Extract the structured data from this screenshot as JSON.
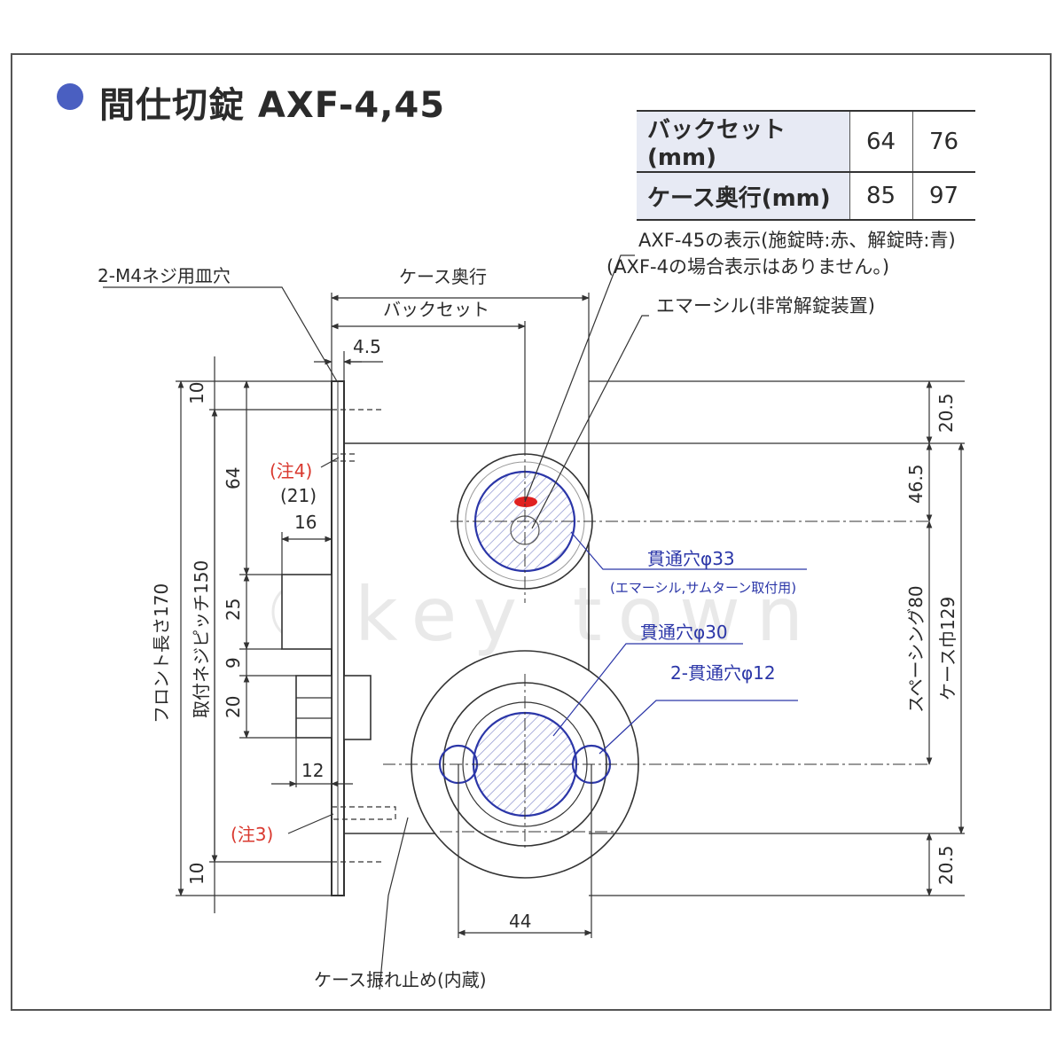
{
  "title": "間仕切錠 AXF-4,45",
  "spec_table": {
    "rows": [
      {
        "label": "バックセット(mm)",
        "v1": "64",
        "v2": "76"
      },
      {
        "label": "ケース奥行(mm)",
        "v1": "85",
        "v2": "97"
      }
    ]
  },
  "annotations": {
    "axf45_display": "AXF-45の表示(施錠時:赤、解錠時:青)",
    "axf4_note": "(AXF-4の場合表示はありません。)",
    "emergency": "エマーシル(非常解錠装置)",
    "screw_holes": "2-M4ネジ用皿穴",
    "case_depth": "ケース奥行",
    "backset": "バックセット",
    "note4": "(注4)",
    "note4_value": "(21)",
    "note3": "(注3)",
    "hole33": "貫通穴φ33",
    "hole33_sub": "(エマーシル,サムターン取付用)",
    "hole30": "貫通穴φ30",
    "hole12": "2-貫通穴φ12",
    "case_stop": "ケース振れ止め(内蔵)",
    "front_length": "フロント長さ170",
    "mount_pitch": "取付ネジピッチ150",
    "spacing": "スペーシング80",
    "case_width": "ケース巾129",
    "watermark": "key town"
  },
  "dimensions": {
    "d4_5": "4.5",
    "d10_top": "10",
    "d64": "64",
    "d16": "16",
    "d25": "25",
    "d9": "9",
    "d20": "20",
    "d12": "12",
    "d10_bottom": "10",
    "d20_5_top": "20.5",
    "d46_5": "46.5",
    "d20_5_bottom": "20.5",
    "d44": "44"
  },
  "colors": {
    "accent": "#4a5fc1",
    "hatch_blue": "#2b36a8",
    "note_red": "#d9382e",
    "indicator_red": "#e02020",
    "line": "#333333",
    "table_bg": "#e7eaf4"
  }
}
